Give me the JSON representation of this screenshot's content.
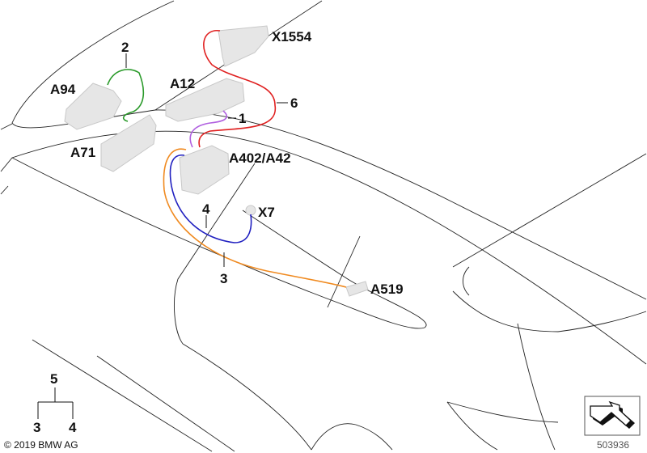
{
  "diagram": {
    "labels": {
      "x1554": "X1554",
      "n2": "2",
      "a94": "A94",
      "a12": "A12",
      "n6": "6",
      "n1": "1",
      "a71": "A71",
      "a402": "A402/A42",
      "n4": "4",
      "x7": "X7",
      "n3": "3",
      "a519": "A519"
    },
    "legend": {
      "parent": "5",
      "child_a": "3",
      "child_b": "4"
    },
    "copyright": "© 2019 BMW AG",
    "image_number": "503936",
    "wire_colors": {
      "1": "#b060e0",
      "2": "#2a9a2a",
      "3": "#f08a20",
      "4": "#2020c0",
      "6": "#e02020"
    }
  }
}
